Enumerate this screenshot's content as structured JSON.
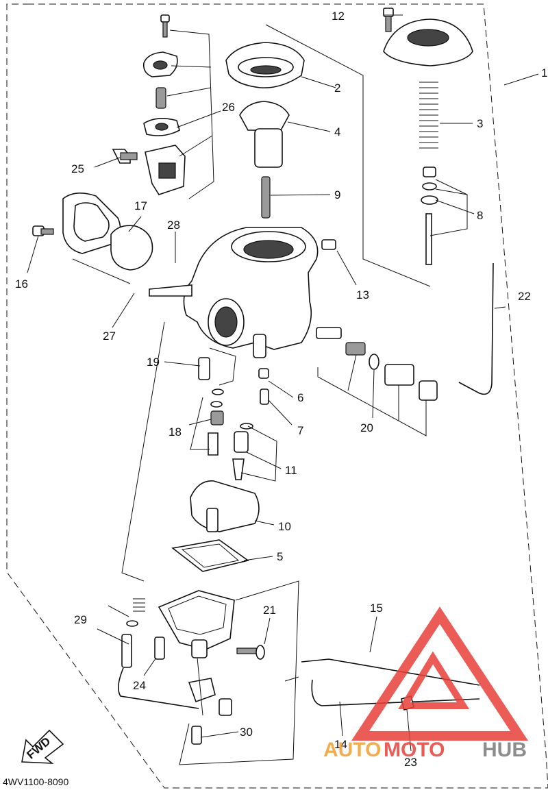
{
  "diagram_code": "4WV1100-8090",
  "fwd_label": "FWD",
  "watermark": {
    "part1": "AUTO",
    "part2": "MOTO",
    "part3": "HUB",
    "color_red": "#e8403a",
    "color_orange": "#f0a030",
    "color_gray": "#7a7a7a"
  },
  "callouts": [
    "1",
    "2",
    "3",
    "4",
    "5",
    "6",
    "7",
    "8",
    "9",
    "10",
    "11",
    "12",
    "13",
    "14",
    "15",
    "16",
    "17",
    "18",
    "19",
    "20",
    "21",
    "22",
    "23",
    "24",
    "25",
    "26",
    "27",
    "28",
    "29",
    "30"
  ]
}
